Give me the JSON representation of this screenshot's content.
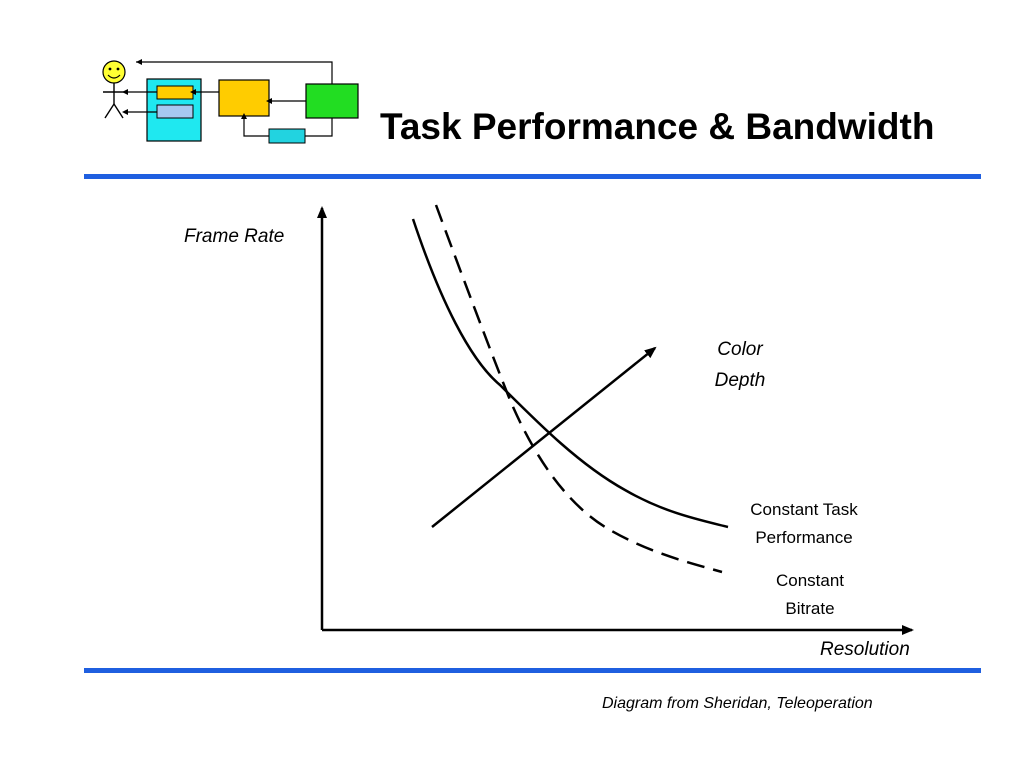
{
  "slide": {
    "title": "Task Performance & Bandwidth",
    "caption": "Diagram from Sheridan, Teleoperation"
  },
  "colors": {
    "rule": "#1f5fe0",
    "logo_cyan": "#1fe8f0",
    "logo_yellow": "#ffcc00",
    "logo_green": "#22dd22",
    "logo_small_box": "#22d3e0",
    "face": "#ffff33",
    "line": "#000000"
  },
  "logo": {
    "icons": [
      "smiley-face-icon",
      "stick-figure-icon",
      "control-loop-block-diagram-icon"
    ]
  },
  "diagram": {
    "y_axis_label": "Frame Rate",
    "x_axis_label": "Resolution",
    "color_depth_label": [
      "Color",
      "Depth"
    ],
    "curves": [
      {
        "name": "Constant Task Performance",
        "label_lines": [
          "Constant Task",
          "Performance"
        ],
        "style": "solid"
      },
      {
        "name": "Constant Bitrate",
        "label_lines": [
          "Constant",
          "Bitrate"
        ],
        "style": "dashed"
      }
    ]
  }
}
